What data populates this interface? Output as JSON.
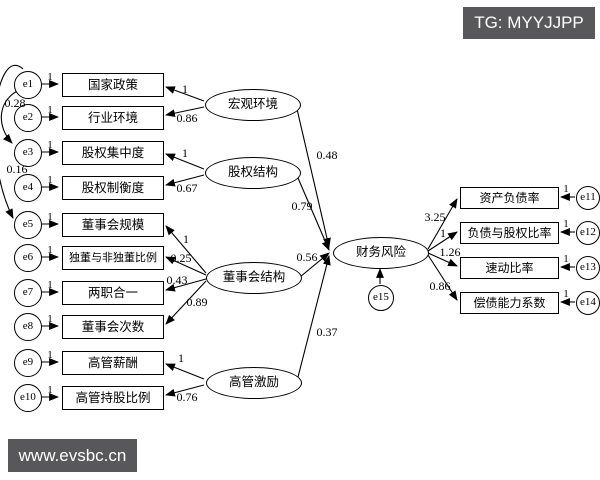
{
  "watermarks": {
    "top": "TG: MYYJJPP",
    "bottom": "www.evsbc.cn"
  },
  "colors": {
    "watermark_bg": "#58585a",
    "line": "#000000",
    "background": "#ffffff"
  },
  "diagram": {
    "left_rows": [
      {
        "error": "e1",
        "label": "国家政策",
        "error_weight": "1",
        "loading": "1"
      },
      {
        "error": "e2",
        "label": "行业环境",
        "error_weight": "1",
        "loading": "0.86"
      },
      {
        "error": "e3",
        "label": "股权集中度",
        "error_weight": "1",
        "loading": "1"
      },
      {
        "error": "e4",
        "label": "股权制衡度",
        "error_weight": "1",
        "loading": "0.67"
      },
      {
        "error": "e5",
        "label": "董事会规模",
        "error_weight": "1",
        "loading": "1"
      },
      {
        "error": "e6",
        "label": "独董与非独董比例",
        "error_weight": "1",
        "loading": "0.25"
      },
      {
        "error": "e7",
        "label": "两职合一",
        "error_weight": "1",
        "loading": "0.43"
      },
      {
        "error": "e8",
        "label": "董事会次数",
        "error_weight": "1",
        "loading": "0.89"
      },
      {
        "error": "e9",
        "label": "高管薪酬",
        "error_weight": "1",
        "loading": "1"
      },
      {
        "error": "e10",
        "label": "高管持股比例",
        "error_weight": "1",
        "loading": "0.76"
      }
    ],
    "latents": [
      {
        "label": "宏观环境",
        "path_to_risk": "0.48"
      },
      {
        "label": "股权结构",
        "path_to_risk": "0.79"
      },
      {
        "label": "董事会结构",
        "path_to_risk": "0.56"
      },
      {
        "label": "高管激励",
        "path_to_risk": "0.37"
      }
    ],
    "risk": {
      "label": "财务风险",
      "error": "e15"
    },
    "right_rows": [
      {
        "error": "e11",
        "label": "资产负债率",
        "error_weight": "1",
        "loading": "3.25"
      },
      {
        "error": "e12",
        "label": "负债与股权比率",
        "error_weight": "1",
        "loading": "1"
      },
      {
        "error": "e13",
        "label": "速动比率",
        "error_weight": "1",
        "loading": "1.26"
      },
      {
        "error": "e14",
        "label": "偿债能力系数",
        "error_weight": "1",
        "loading": "0.86"
      }
    ],
    "covariances": [
      {
        "pair": "e1-e3",
        "value": "0.28"
      },
      {
        "pair": "e1-e5",
        "value": "0.16"
      }
    ]
  }
}
